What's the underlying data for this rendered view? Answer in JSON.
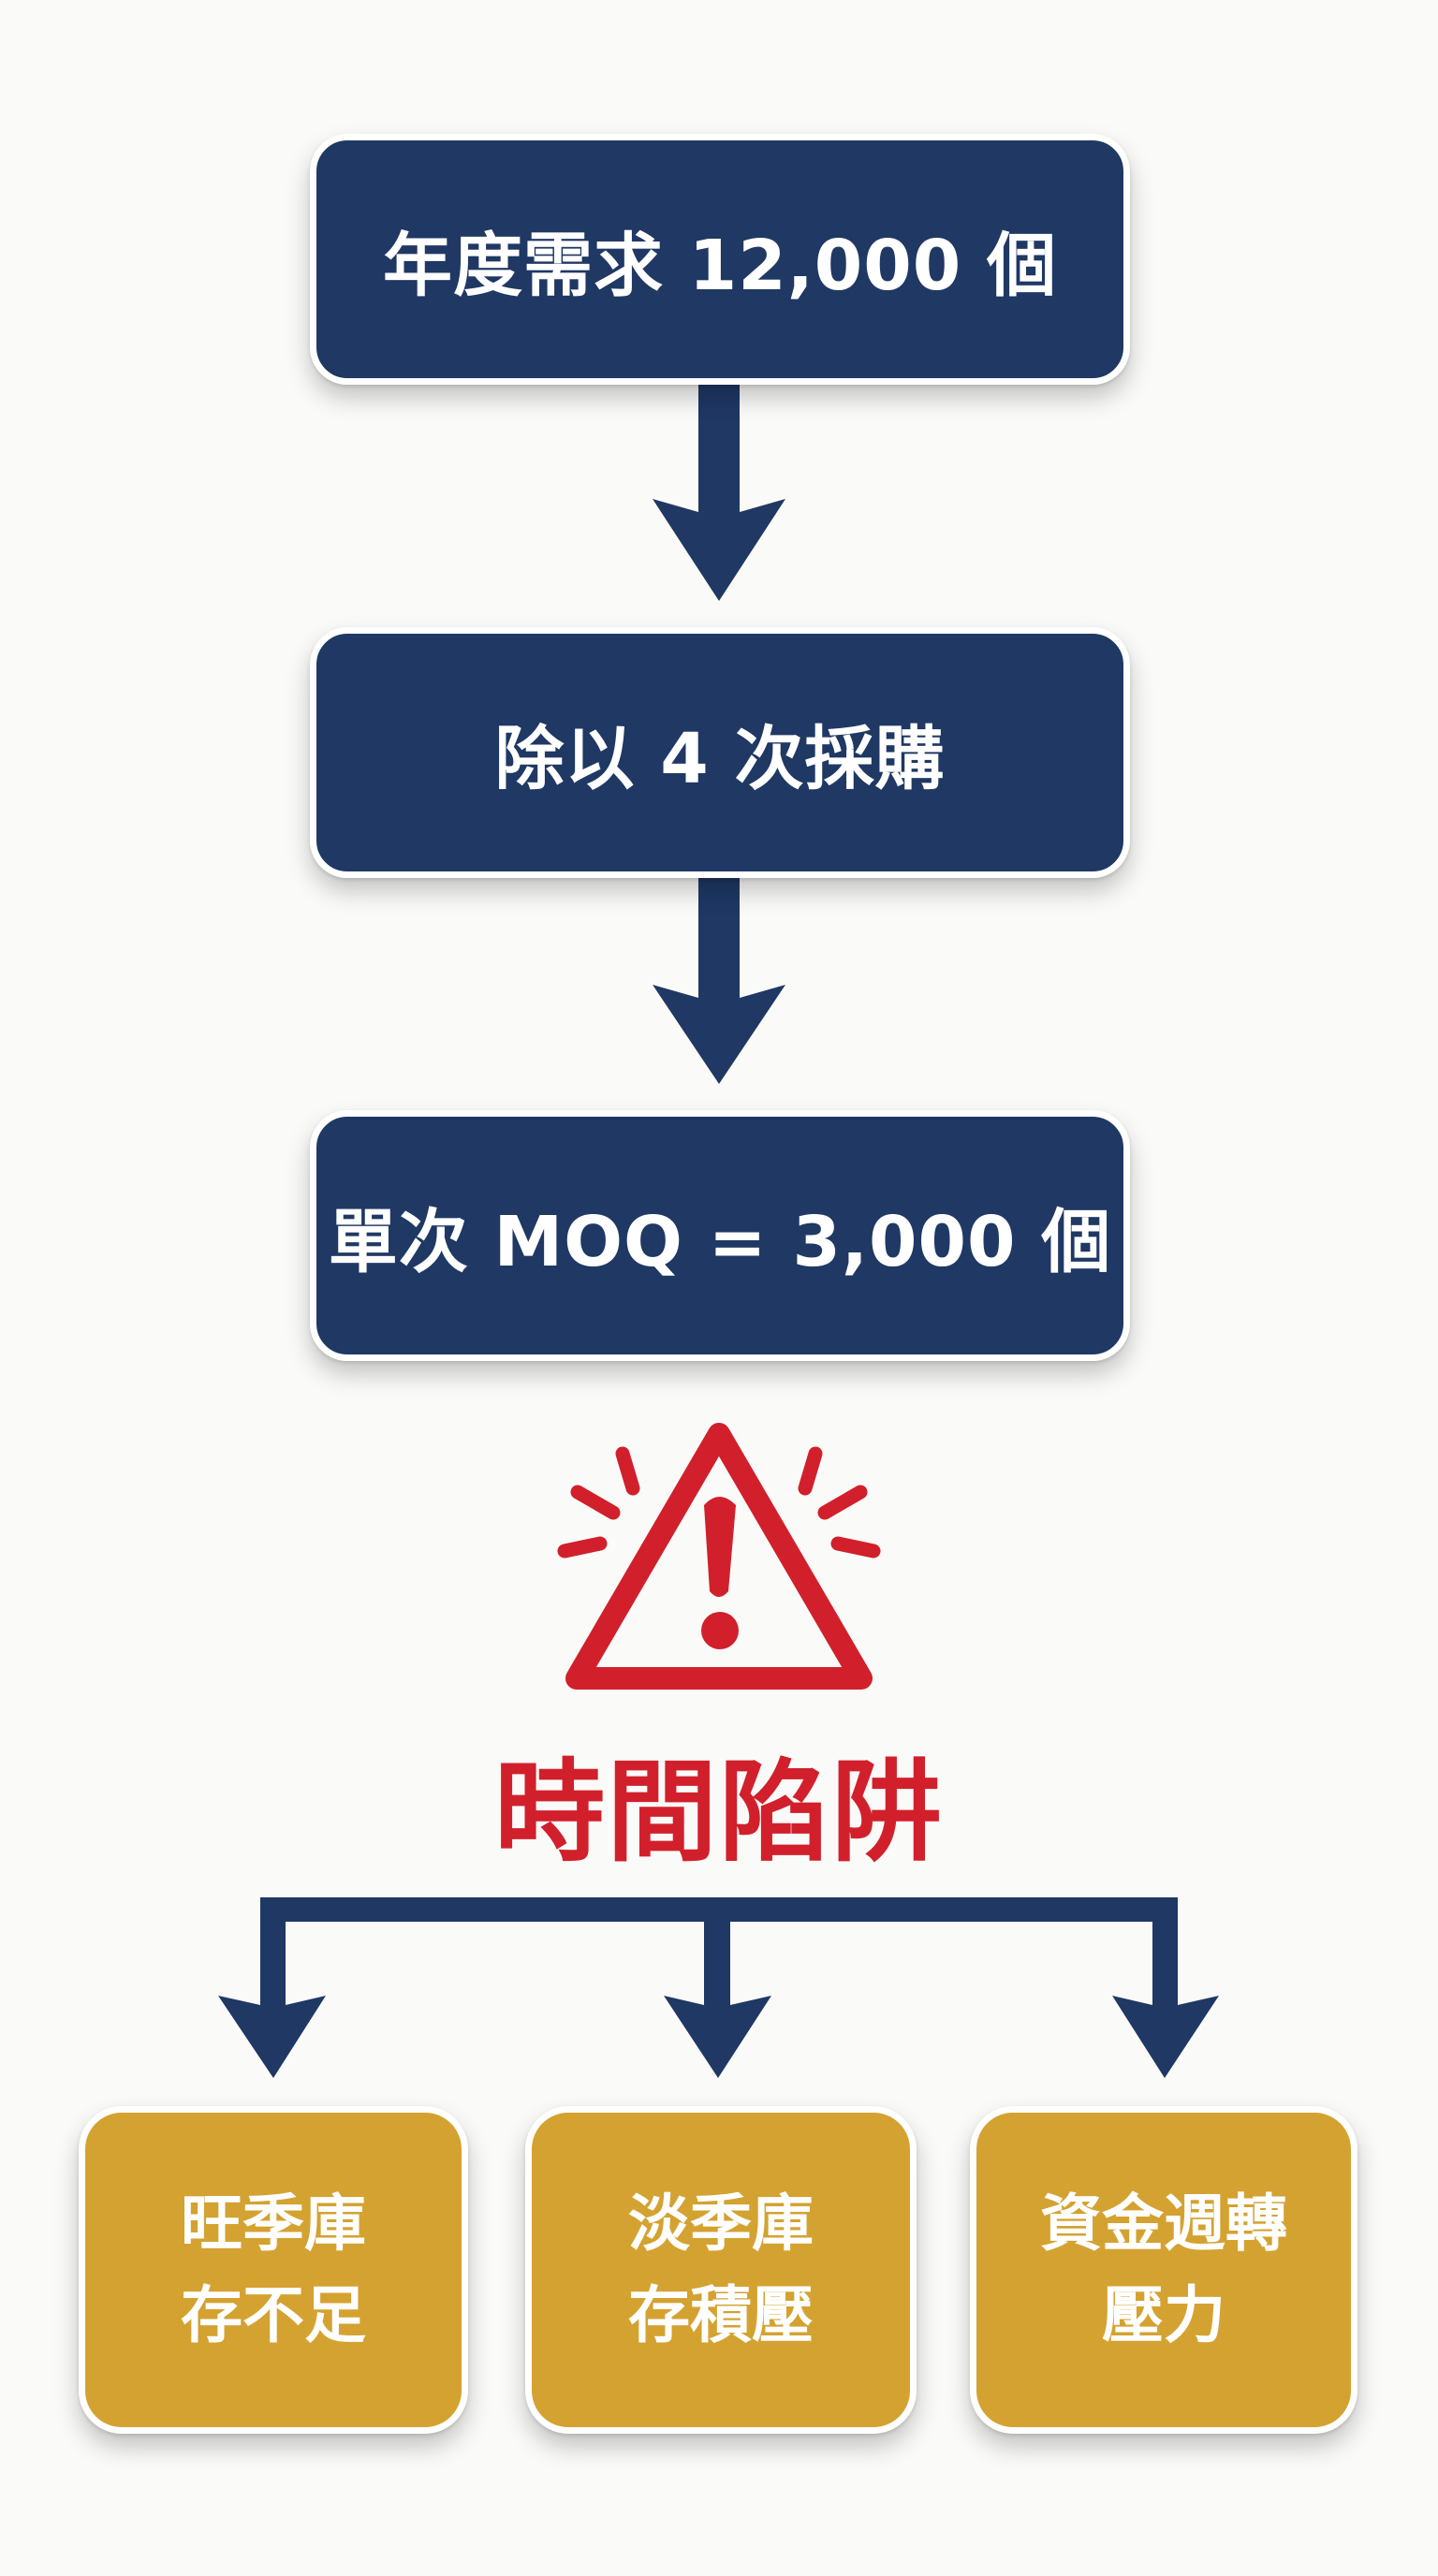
{
  "flow": {
    "steps": [
      {
        "label": "年度需求 12,000 個"
      },
      {
        "label": "除以 4 次採購"
      },
      {
        "label": "單次 MOQ = 3,000 個"
      }
    ]
  },
  "warning": {
    "icon": "warning-triangle-icon",
    "title": "時間陷阱"
  },
  "outcomes": [
    {
      "line1": "旺季庫",
      "line2": "存不足"
    },
    {
      "line1": "淡季庫",
      "line2": "存積壓"
    },
    {
      "line1": "資金週轉",
      "line2": "壓力"
    }
  ],
  "colors": {
    "navy": "#1F3864",
    "gold": "#D4A230",
    "red": "#D1202B",
    "background": "#FAFAF8",
    "text_on_box": "#FFFFFF"
  }
}
